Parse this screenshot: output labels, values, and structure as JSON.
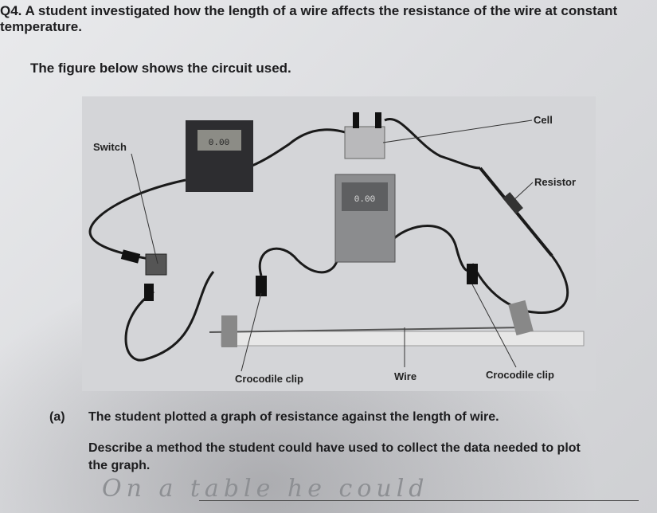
{
  "question": {
    "line1": "Q4. A student investigated how the length of a wire affects the resistance of the wire at constant",
    "line2": "temperature.",
    "intro": "The figure below shows the circuit used."
  },
  "figure": {
    "labels": {
      "switch": "Switch",
      "cell": "Cell",
      "resistor": "Resistor",
      "crocodile_clip_left": "Crocodile clip",
      "wire": "Wire",
      "crocodile_clip_right": "Crocodile clip"
    },
    "meter_readings": {
      "left_meter": "0.00",
      "center_meter": "0.00"
    }
  },
  "part_a": {
    "marker": "(a)",
    "statement": "The student plotted a graph of resistance against the length of wire.",
    "prompt_line1": "Describe a method the student could have used to collect the data needed to plot",
    "prompt_line2": "the graph.",
    "handwritten_answer": "On a table he could"
  }
}
